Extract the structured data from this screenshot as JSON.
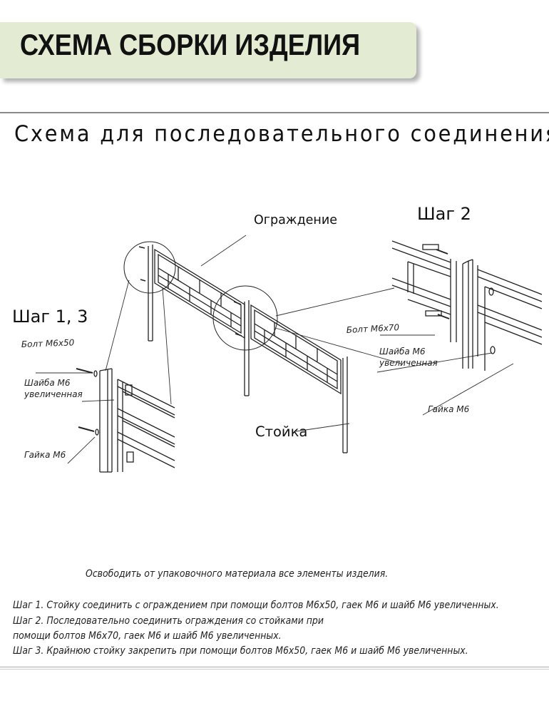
{
  "banner": {
    "title": "СХЕМА СБОРКИ ИЗДЕЛИЯ",
    "background": "#e3ecd3"
  },
  "scheme": {
    "title": "Схема для последовательного соединения",
    "labels": {
      "fence": "Ограждение",
      "post": "Стойка",
      "step2": "Шаг 2",
      "step13": "Шаг 1, 3",
      "bolt_m6x50": "Болт М6х50",
      "washer_left_1": "Шайба М6",
      "washer_left_2": "увеличенная",
      "nut_left": "Гайка М6",
      "bolt_m6x70": "Болт М6х70",
      "washer_right_1": "Шайба М6",
      "washer_right_2": "увеличенная",
      "nut_right": "Гайка М6"
    }
  },
  "instructions": {
    "intro": "Освободить от упаковочного материала все элементы изделия.",
    "lines": [
      "Шаг 1. Стойку соединить с ограждением при помощи болтов М6х50, гаек М6 и шайб М6 увеличенных.",
      "Шаг 2. Последовательно соединить ограждения со стойками при",
      "помощи болтов М6х70, гаек М6 и шайб М6 увеличенных.",
      "Шаг 3. Крайнюю стойку закрепить при помощи болтов М6х50, гаек М6 и шайб М6 увеличенных."
    ]
  }
}
